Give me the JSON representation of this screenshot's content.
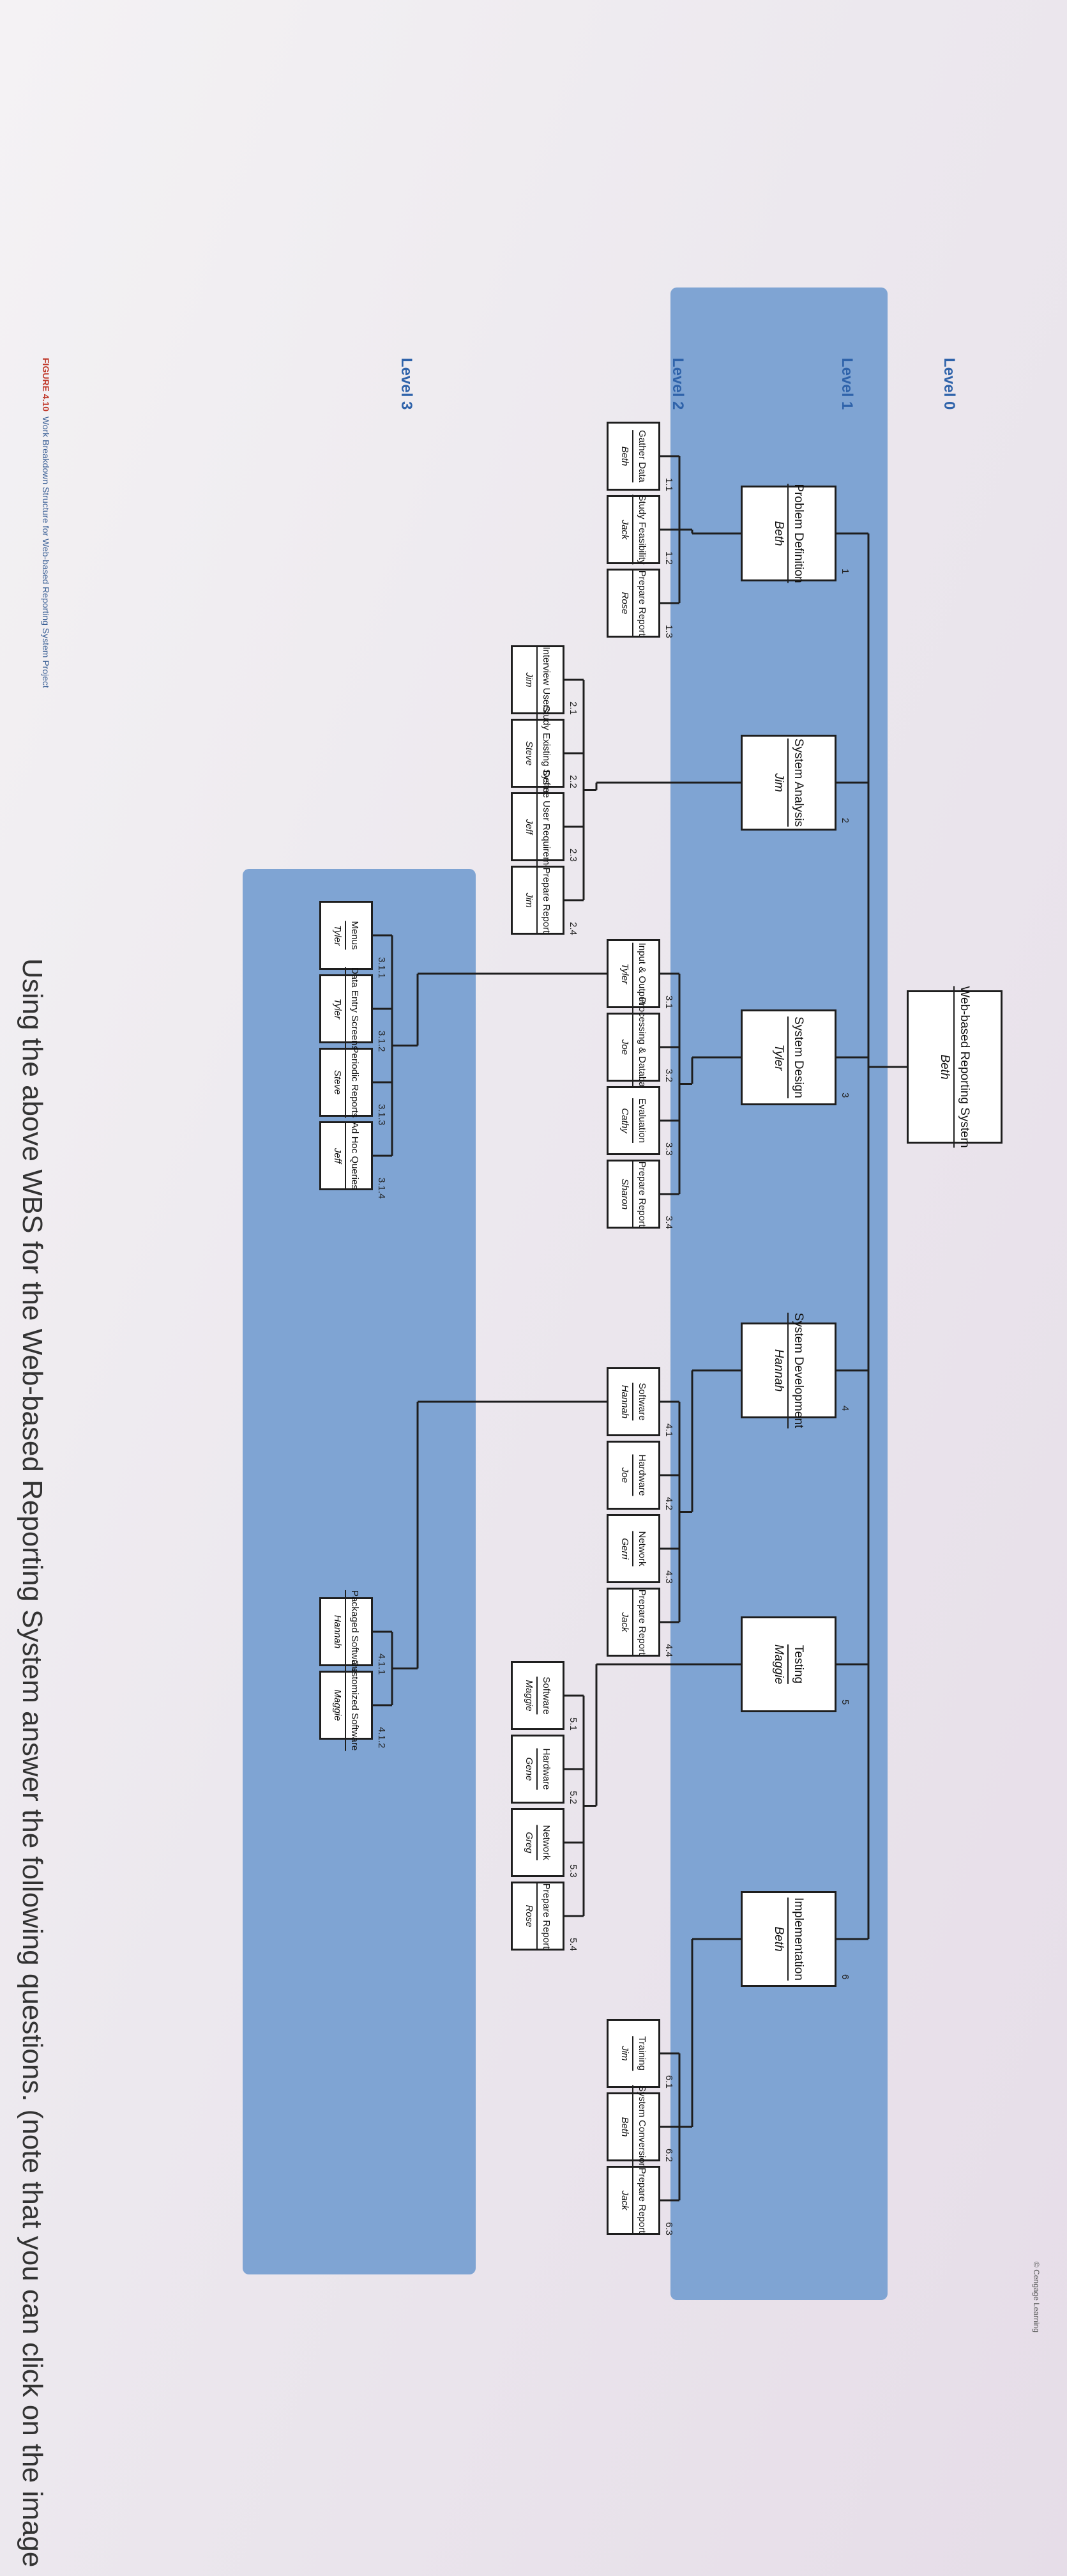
{
  "figure": {
    "label": "FIGURE 4.10",
    "caption": "Work Breakdown Structure for Web-based Reporting System Project"
  },
  "levels": [
    "Level 0",
    "Level 1",
    "Level 2",
    "Level 3"
  ],
  "root": {
    "name": "Web-based Reporting System",
    "owner": "Beth"
  },
  "level1": [
    {
      "num": "1",
      "name": "Problem Definition",
      "owner": "Beth"
    },
    {
      "num": "2",
      "name": "System Analysis",
      "owner": "Jim"
    },
    {
      "num": "3",
      "name": "System Design",
      "owner": "Tyler"
    },
    {
      "num": "4",
      "name": "System Development",
      "owner": "Hannah"
    },
    {
      "num": "5",
      "name": "Testing",
      "owner": "Maggie"
    },
    {
      "num": "6",
      "name": "Implementation",
      "owner": "Beth"
    }
  ],
  "level2": [
    {
      "num": "1.1",
      "name": "Gather Data",
      "owner": "Beth",
      "parent": "1"
    },
    {
      "num": "1.2",
      "name": "Study Feasibility",
      "owner": "Jack",
      "parent": "1"
    },
    {
      "num": "1.3",
      "name": "Prepare Report",
      "owner": "Rose",
      "parent": "1"
    },
    {
      "num": "2.1",
      "name": "Interview Users",
      "owner": "Jim",
      "parent": "2"
    },
    {
      "num": "2.2",
      "name": "Study Existing System",
      "owner": "Steve",
      "parent": "2"
    },
    {
      "num": "2.3",
      "name": "Define User Requirements",
      "owner": "Jeff",
      "parent": "2"
    },
    {
      "num": "2.4",
      "name": "Prepare Report",
      "owner": "Jim",
      "parent": "2"
    },
    {
      "num": "3.1",
      "name": "Input & Output",
      "owner": "Tyler",
      "parent": "3"
    },
    {
      "num": "3.2",
      "name": "Processing & Database",
      "owner": "Joe",
      "parent": "3"
    },
    {
      "num": "3.3",
      "name": "Evaluation",
      "owner": "Cathy",
      "parent": "3"
    },
    {
      "num": "3.4",
      "name": "Prepare Report",
      "owner": "Sharon",
      "parent": "3"
    },
    {
      "num": "4.1",
      "name": "Software",
      "owner": "Hannah",
      "parent": "4"
    },
    {
      "num": "4.2",
      "name": "Hardware",
      "owner": "Joe",
      "parent": "4"
    },
    {
      "num": "4.3",
      "name": "Network",
      "owner": "Gerri",
      "parent": "4"
    },
    {
      "num": "4.4",
      "name": "Prepare Report",
      "owner": "Jack",
      "parent": "4"
    },
    {
      "num": "5.1",
      "name": "Software",
      "owner": "Maggie",
      "parent": "5"
    },
    {
      "num": "5.2",
      "name": "Hardware",
      "owner": "Gene",
      "parent": "5"
    },
    {
      "num": "5.3",
      "name": "Network",
      "owner": "Greg",
      "parent": "5"
    },
    {
      "num": "5.4",
      "name": "Prepare Report",
      "owner": "Rose",
      "parent": "5"
    },
    {
      "num": "6.1",
      "name": "Training",
      "owner": "Jim",
      "parent": "6"
    },
    {
      "num": "6.2",
      "name": "System Conversion",
      "owner": "Beth",
      "parent": "6"
    },
    {
      "num": "6.3",
      "name": "Prepare Report",
      "owner": "Jack",
      "parent": "6"
    }
  ],
  "level3": [
    {
      "num": "3.1.1",
      "name": "Menus",
      "owner": "Tyler",
      "parent": "3.1"
    },
    {
      "num": "3.1.2",
      "name": "Data Entry Screens",
      "owner": "Tyler",
      "parent": "3.1"
    },
    {
      "num": "3.1.3",
      "name": "Periodic Reports",
      "owner": "Steve",
      "parent": "3.1"
    },
    {
      "num": "3.1.4",
      "name": "Ad Hoc Queries",
      "owner": "Jeff",
      "parent": "3.1"
    },
    {
      "num": "4.1.1",
      "name": "Packaged Software",
      "owner": "Hannah",
      "parent": "4.1"
    },
    {
      "num": "4.1.2",
      "name": "Customized Software",
      "owner": "Maggie",
      "parent": "4.1"
    }
  ],
  "footer_question": "Using the above WBS for the Web-based Reporting System answer the following questions. (note that you can click on the image",
  "credit": "© Cengage Learning",
  "colors": {
    "band": "#7fa4d3",
    "level_label": "#2f63aa",
    "node_border": "#1e1e1e"
  }
}
